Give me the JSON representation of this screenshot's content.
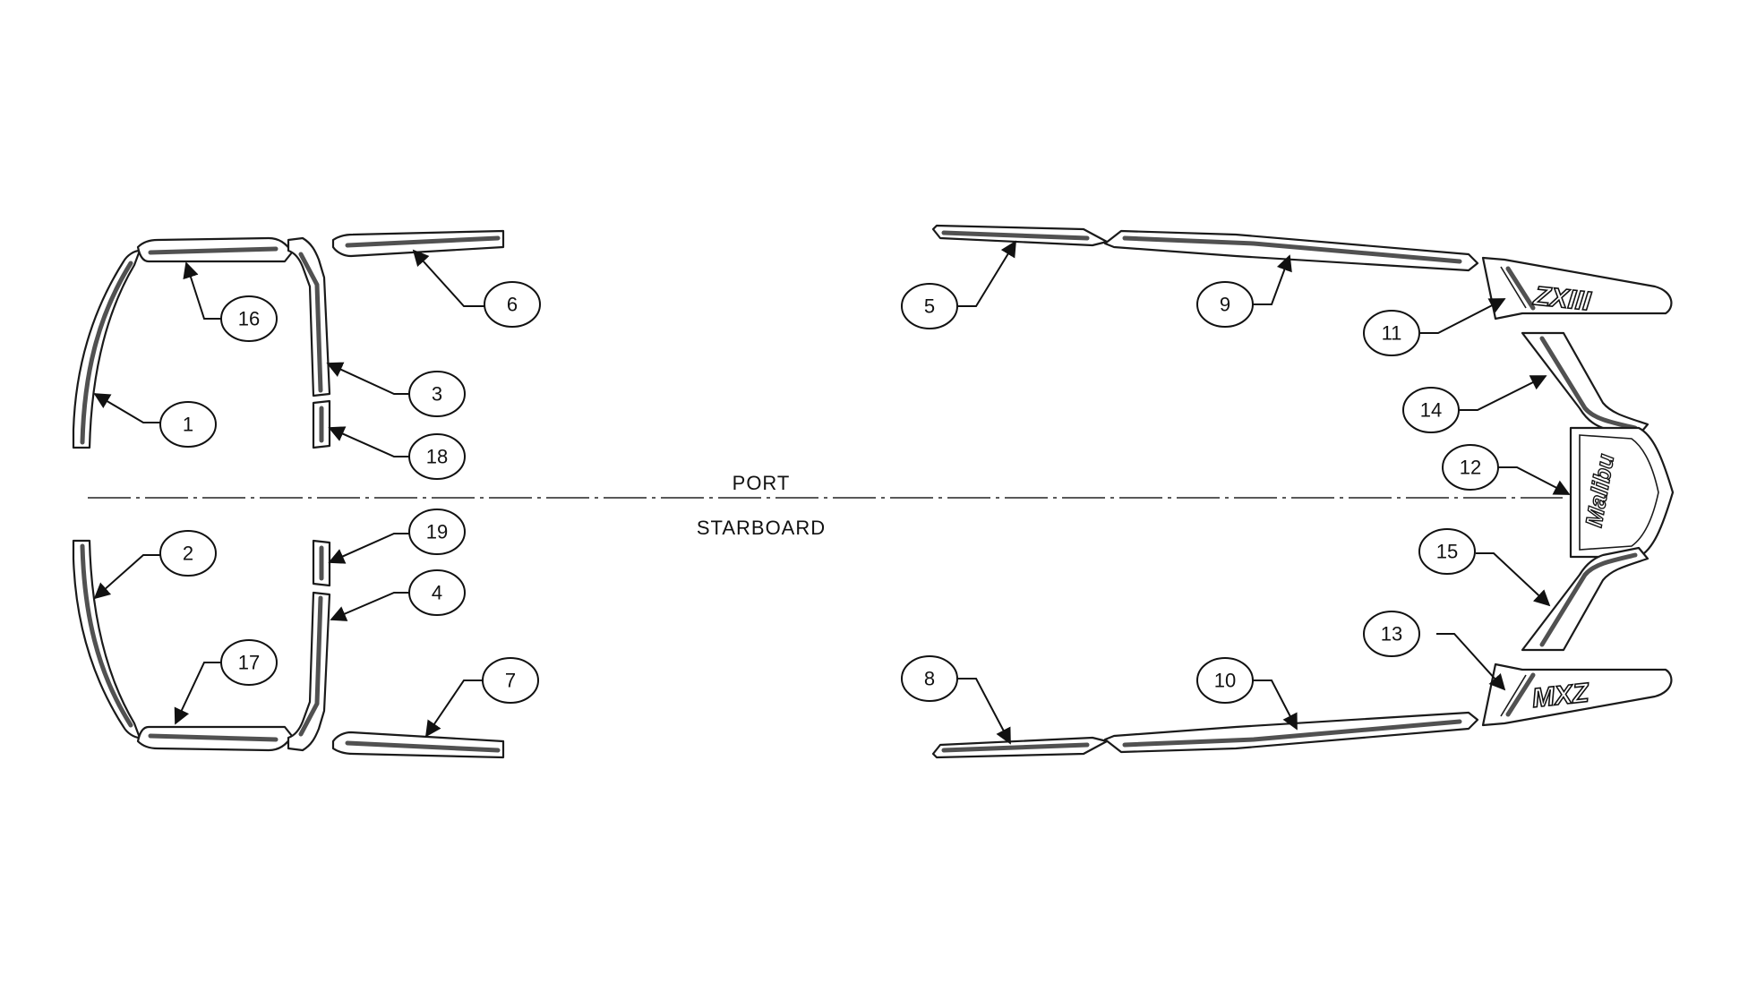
{
  "labels": {
    "port": "PORT",
    "starboard": "STARBOARD"
  },
  "logos": {
    "port_bow": "ZXIII",
    "starboard_bow": "MXZ",
    "transom": "Malibu"
  },
  "callouts": [
    {
      "id": "1",
      "label": "1"
    },
    {
      "id": "2",
      "label": "2"
    },
    {
      "id": "3",
      "label": "3"
    },
    {
      "id": "4",
      "label": "4"
    },
    {
      "id": "5",
      "label": "5"
    },
    {
      "id": "6",
      "label": "6"
    },
    {
      "id": "7",
      "label": "7"
    },
    {
      "id": "8",
      "label": "8"
    },
    {
      "id": "9",
      "label": "9"
    },
    {
      "id": "10",
      "label": "10"
    },
    {
      "id": "11",
      "label": "11"
    },
    {
      "id": "12",
      "label": "12"
    },
    {
      "id": "13",
      "label": "13"
    },
    {
      "id": "14",
      "label": "14"
    },
    {
      "id": "15",
      "label": "15"
    },
    {
      "id": "16",
      "label": "16"
    },
    {
      "id": "17",
      "label": "17"
    },
    {
      "id": "18",
      "label": "18"
    },
    {
      "id": "19",
      "label": "19"
    }
  ],
  "colors": {
    "line": "#111111",
    "background": "#ffffff"
  }
}
